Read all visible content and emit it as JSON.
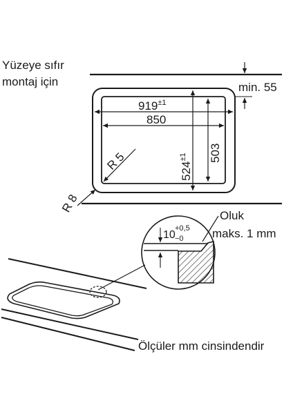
{
  "install": {
    "line1": "Yüzeye sıfır",
    "line2": "montaj için"
  },
  "dimensions": {
    "min_clearance": "min. 55",
    "width_outer": "919",
    "width_outer_tol": "±1",
    "width_inner": "850",
    "depth_outer": "524",
    "depth_outer_tol": "±1",
    "depth_inner": "503",
    "inner_radius": "R 5",
    "outer_radius": "R 8"
  },
  "detail": {
    "groove_label": "Oluk",
    "groove_max": "maks. 1 mm",
    "depth_value": "10",
    "tol_plus": "+0,5",
    "tol_minus": "−0"
  },
  "footer": {
    "note": "Ölçüler mm cinsindendir"
  }
}
